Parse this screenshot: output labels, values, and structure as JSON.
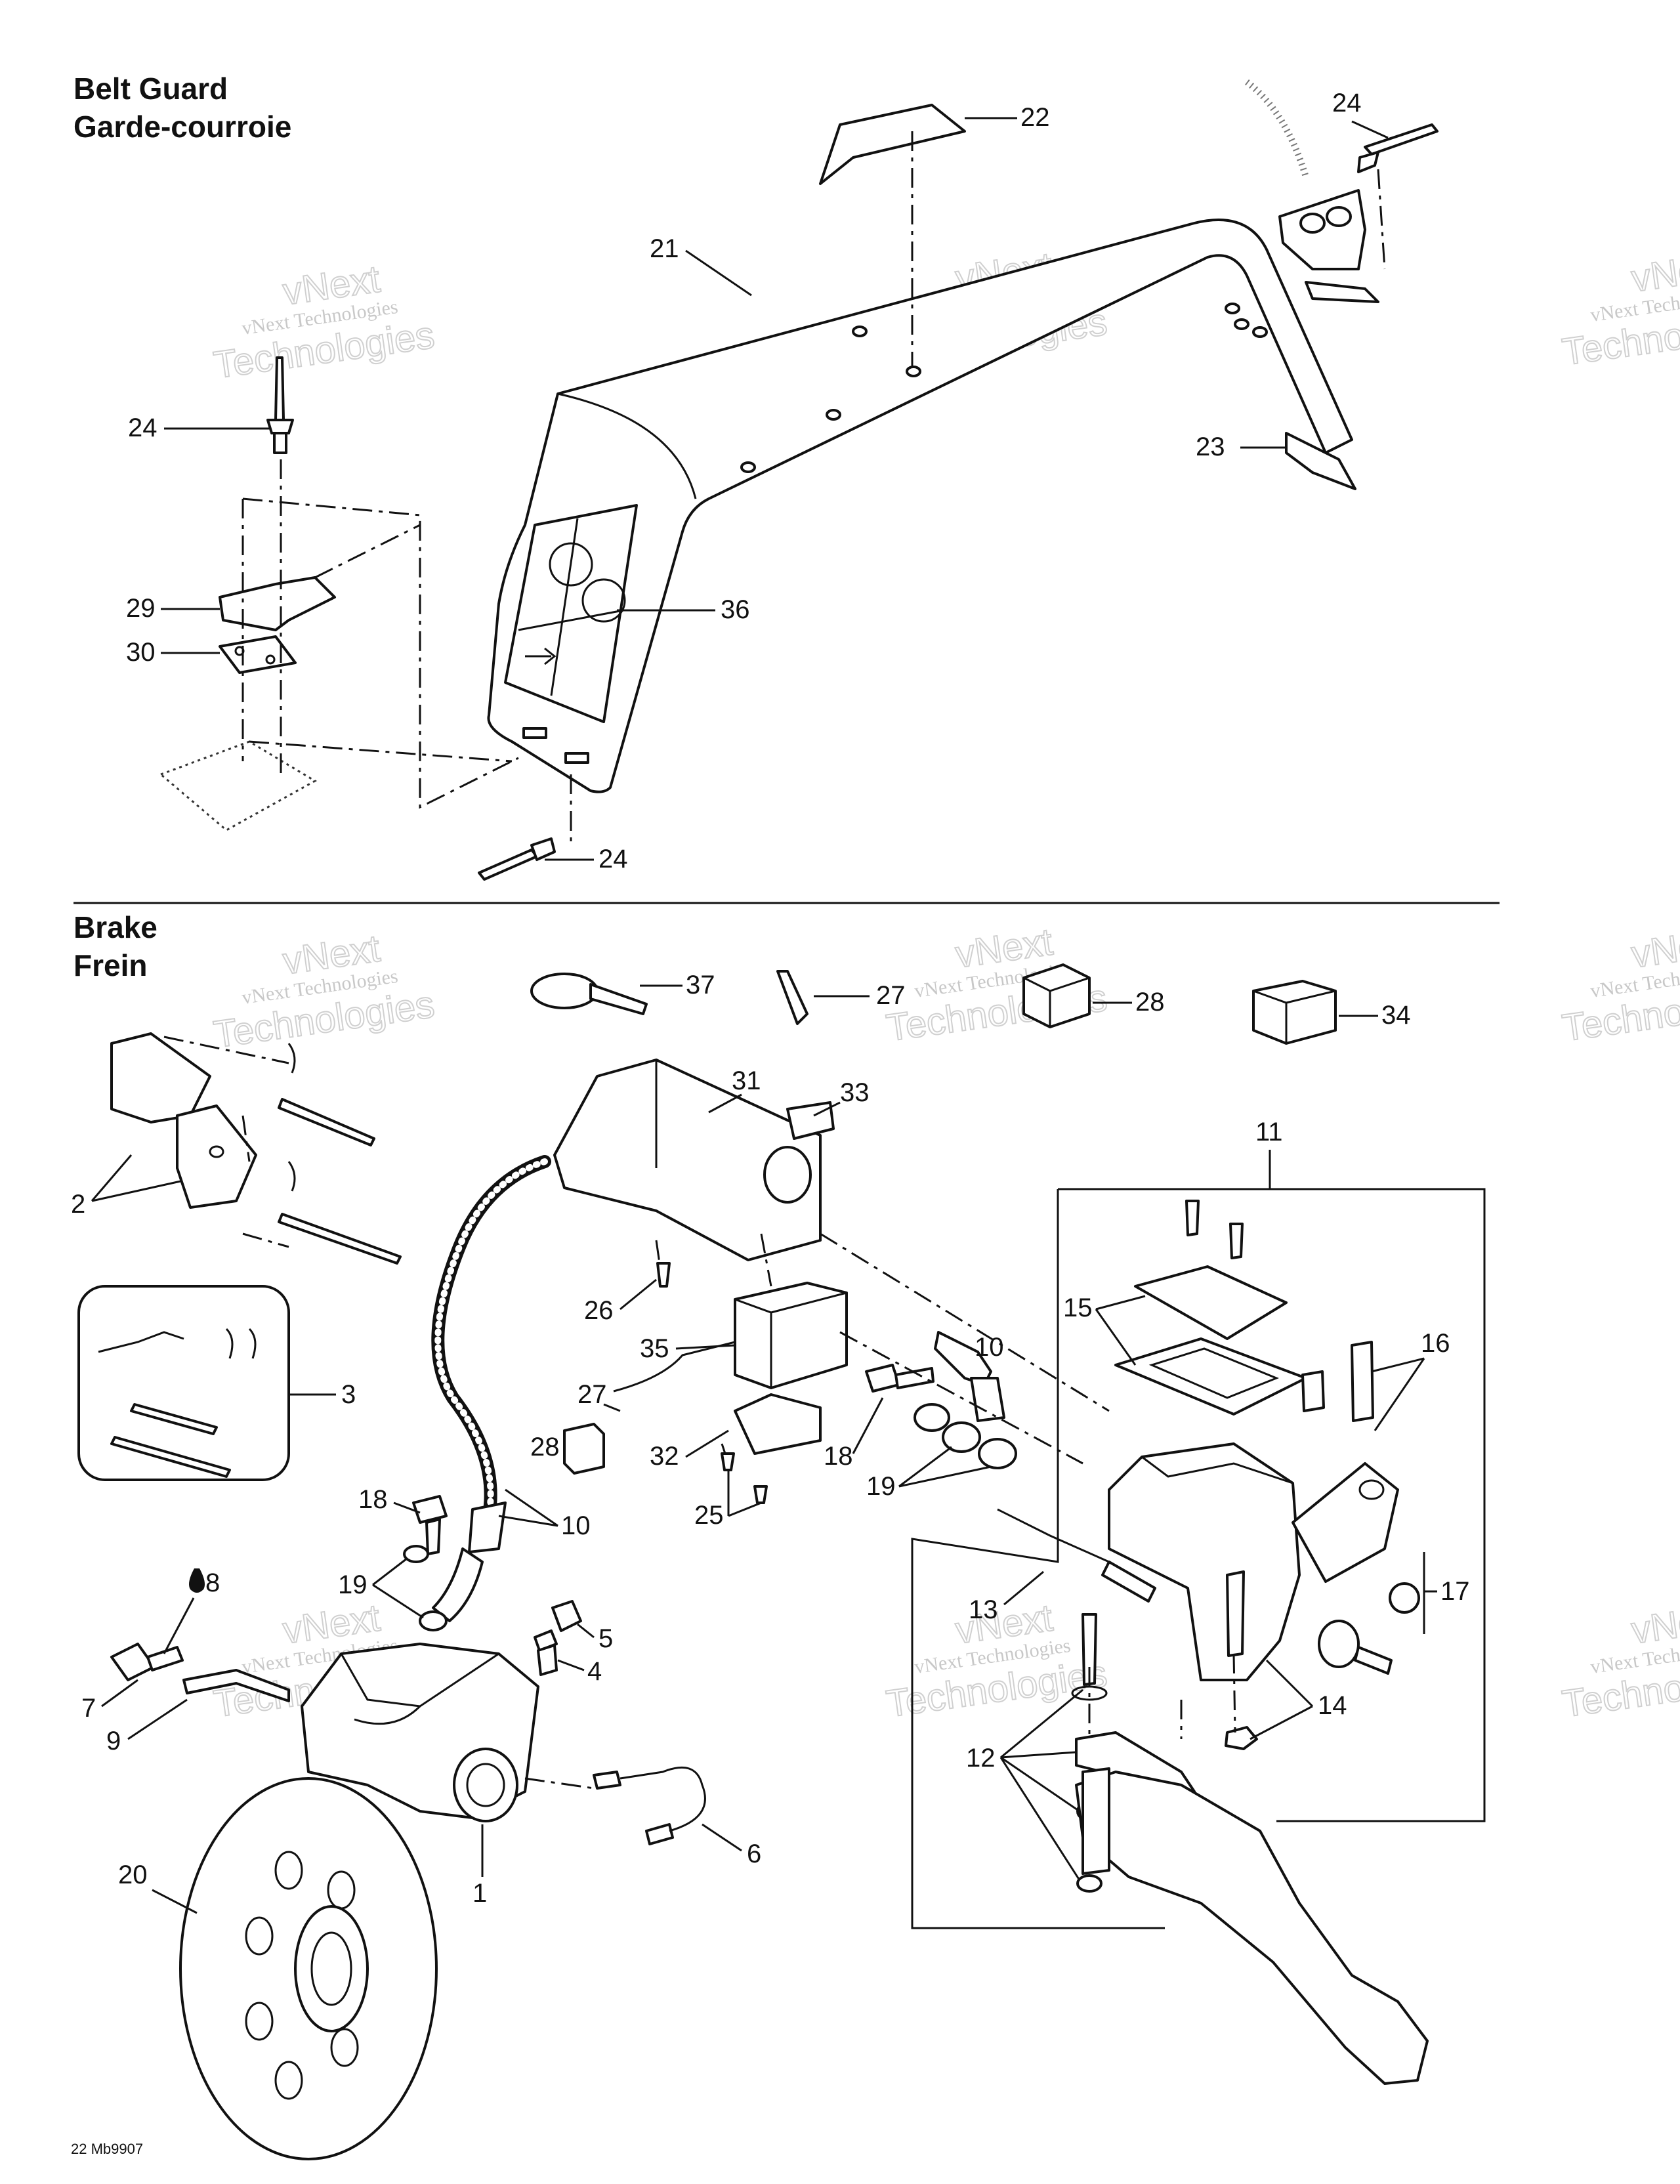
{
  "sections": {
    "belt_guard": {
      "title_en": "Belt Guard",
      "title_fr": "Garde-courroie"
    },
    "brake": {
      "title_en": "Brake",
      "title_fr": "Frein"
    }
  },
  "watermark": {
    "line1": "vNext Technologies",
    "line2": "vNext",
    "line3": "Technologies"
  },
  "belt_callouts": [
    "22",
    "21",
    "24",
    "24",
    "23",
    "29",
    "30",
    "36",
    "24"
  ],
  "brake_callouts": [
    "37",
    "27",
    "28",
    "34",
    "31",
    "33",
    "11",
    "2",
    "26",
    "15",
    "16",
    "3",
    "35",
    "10",
    "27",
    "28",
    "32",
    "18",
    "19",
    "25",
    "18",
    "10",
    "19",
    "13",
    "17",
    "8",
    "5",
    "4",
    "7",
    "9",
    "14",
    "12",
    "6",
    "1",
    "20"
  ],
  "document_code": "22 Mb9907"
}
